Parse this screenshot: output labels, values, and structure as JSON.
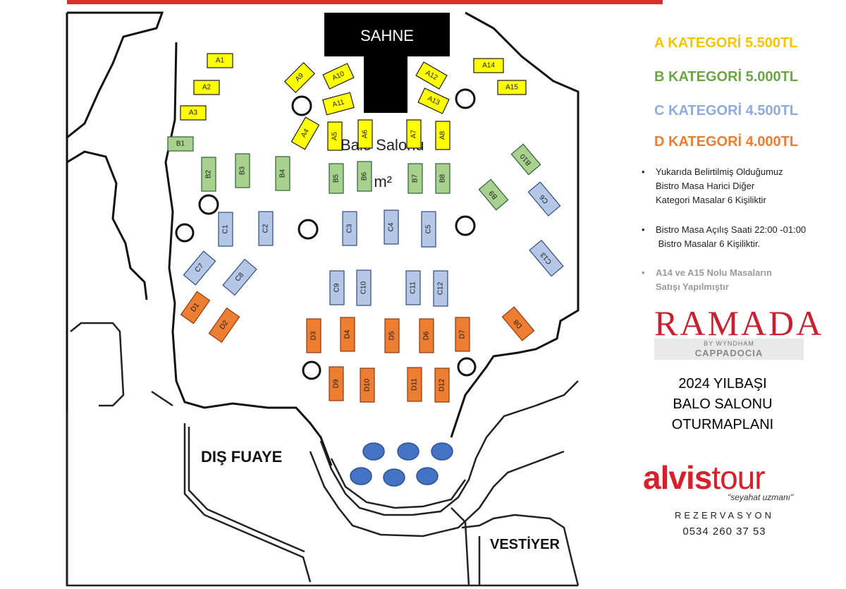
{
  "stage_label": "SAHNE",
  "hall_label_1": "Balo Salonu",
  "hall_label_2": "5 m²",
  "area_labels": {
    "outer_foyer": "DIŞ FUAYE",
    "cloakroom": "VESTİYER"
  },
  "categories": [
    {
      "label": "A KATEGORİ 5.500TL",
      "color": "#f5c400"
    },
    {
      "label": "B KATEGORİ 5.000TL",
      "color": "#6ca544"
    },
    {
      "label": "C KATEGORİ 4.500TL",
      "color": "#8faadc"
    },
    {
      "label": "D KATEGORİ 4.000TL",
      "color": "#ed7d31"
    }
  ],
  "notes": [
    {
      "bullet": "•",
      "lines": "Yukarıda Belirtilmiş Olduğumuz\nBistro Masa Harici Diğer\nKategori Masalar 6 Kişiliktir"
    },
    {
      "bullet": "•",
      "lines": "Bistro Masa Açılış Saati 22:00 -01:00\n Bistro Masalar 6 Kişiliktir."
    },
    {
      "bullet": "•",
      "lines": "A14 ve A15 Nolu Masaların\nSatışı Yapılmıştır"
    }
  ],
  "ramada": {
    "title": "RAMADA",
    "sub": "BY WYNDHAM",
    "location": "CAPPADOCIA"
  },
  "plan_title": [
    "2024 YILBAŞI",
    "BALO SALONU",
    "OTURMAPLANI"
  ],
  "alvis": {
    "brand_a": "alvis",
    "brand_b": "tour",
    "slogan": "\"seyahat uzmanı\"",
    "reservation": "REZERVASYON",
    "phone": "0534 260 37 53"
  },
  "colors": {
    "A": {
      "fill": "#ffff00",
      "stroke": "#1a1a1a",
      "text": "#1a1a1a"
    },
    "B": {
      "fill": "#a9d18e",
      "stroke": "#2f5f3a",
      "text": "#1a1a1a"
    },
    "C": {
      "fill": "#b4c7e7",
      "stroke": "#2f4a7a",
      "text": "#1a1a1a"
    },
    "D": {
      "fill": "#ed7d31",
      "stroke": "#8a3a10",
      "text": "#1a1a1a"
    },
    "stage": "#000000",
    "bistro": "#4472c4",
    "accent_bar": "#d9302c"
  },
  "tables": [
    {
      "id": "A1",
      "cat": "A"
    },
    {
      "id": "A2",
      "cat": "A"
    },
    {
      "id": "A3",
      "cat": "A"
    },
    {
      "id": "A4",
      "cat": "A"
    },
    {
      "id": "A5",
      "cat": "A"
    },
    {
      "id": "A6",
      "cat": "A"
    },
    {
      "id": "A7",
      "cat": "A"
    },
    {
      "id": "A8",
      "cat": "A"
    },
    {
      "id": "A9",
      "cat": "A"
    },
    {
      "id": "A10",
      "cat": "A"
    },
    {
      "id": "A11",
      "cat": "A"
    },
    {
      "id": "A12",
      "cat": "A"
    },
    {
      "id": "A13",
      "cat": "A"
    },
    {
      "id": "A14",
      "cat": "A"
    },
    {
      "id": "A15",
      "cat": "A"
    },
    {
      "id": "B1",
      "cat": "B"
    },
    {
      "id": "B2",
      "cat": "B"
    },
    {
      "id": "B3",
      "cat": "B"
    },
    {
      "id": "B4",
      "cat": "B"
    },
    {
      "id": "B5",
      "cat": "B"
    },
    {
      "id": "B6",
      "cat": "B"
    },
    {
      "id": "B7",
      "cat": "B"
    },
    {
      "id": "B8",
      "cat": "B"
    },
    {
      "id": "B9",
      "cat": "B"
    },
    {
      "id": "B10",
      "cat": "B"
    },
    {
      "id": "C1",
      "cat": "C"
    },
    {
      "id": "C2",
      "cat": "C"
    },
    {
      "id": "C3",
      "cat": "C"
    },
    {
      "id": "C4",
      "cat": "C"
    },
    {
      "id": "C5",
      "cat": "C"
    },
    {
      "id": "C6",
      "cat": "C"
    },
    {
      "id": "C7",
      "cat": "C"
    },
    {
      "id": "C8",
      "cat": "C"
    },
    {
      "id": "C9",
      "cat": "C"
    },
    {
      "id": "C10",
      "cat": "C"
    },
    {
      "id": "C11",
      "cat": "C"
    },
    {
      "id": "C12",
      "cat": "C"
    },
    {
      "id": "C13",
      "cat": "C"
    },
    {
      "id": "D1",
      "cat": "D"
    },
    {
      "id": "D2",
      "cat": "D"
    },
    {
      "id": "D3",
      "cat": "D"
    },
    {
      "id": "D4",
      "cat": "D"
    },
    {
      "id": "D5",
      "cat": "D"
    },
    {
      "id": "D6",
      "cat": "D"
    },
    {
      "id": "D7",
      "cat": "D"
    },
    {
      "id": "D8",
      "cat": "D"
    },
    {
      "id": "D9",
      "cat": "D"
    },
    {
      "id": "D10",
      "cat": "D"
    },
    {
      "id": "D11",
      "cat": "D"
    },
    {
      "id": "D12",
      "cat": "D"
    }
  ]
}
